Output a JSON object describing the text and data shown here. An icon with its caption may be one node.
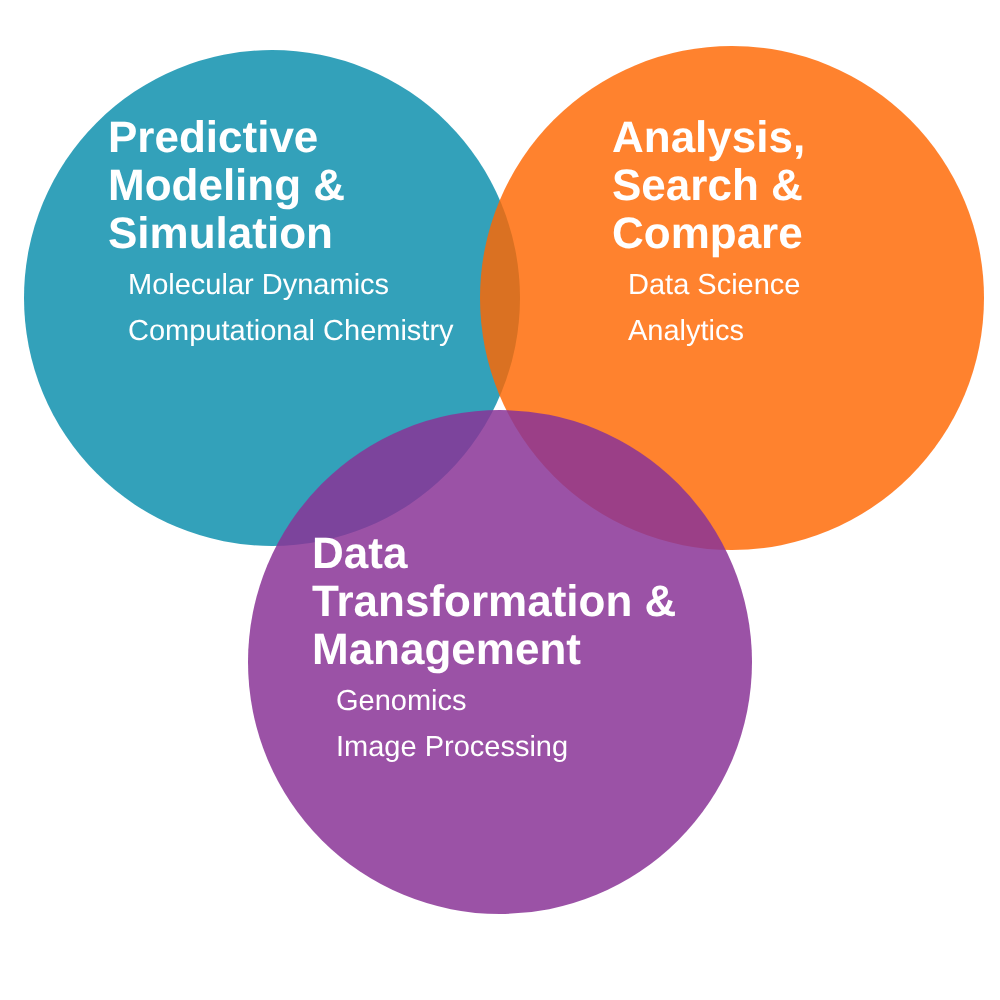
{
  "diagram": {
    "nodes": [
      {
        "text": [
          "Predictive Modeling & Simulation",
          "Molecular Dynamics",
          "Computational Chemistry"
        ]
      },
      {
        "text": [
          "Analysis, Search & Compare",
          "Data Science",
          "Analytics"
        ]
      },
      {
        "text": [
          "Data Transformation & Management",
          "Genomics",
          "Image Processing"
        ]
      }
    ]
  }
}
